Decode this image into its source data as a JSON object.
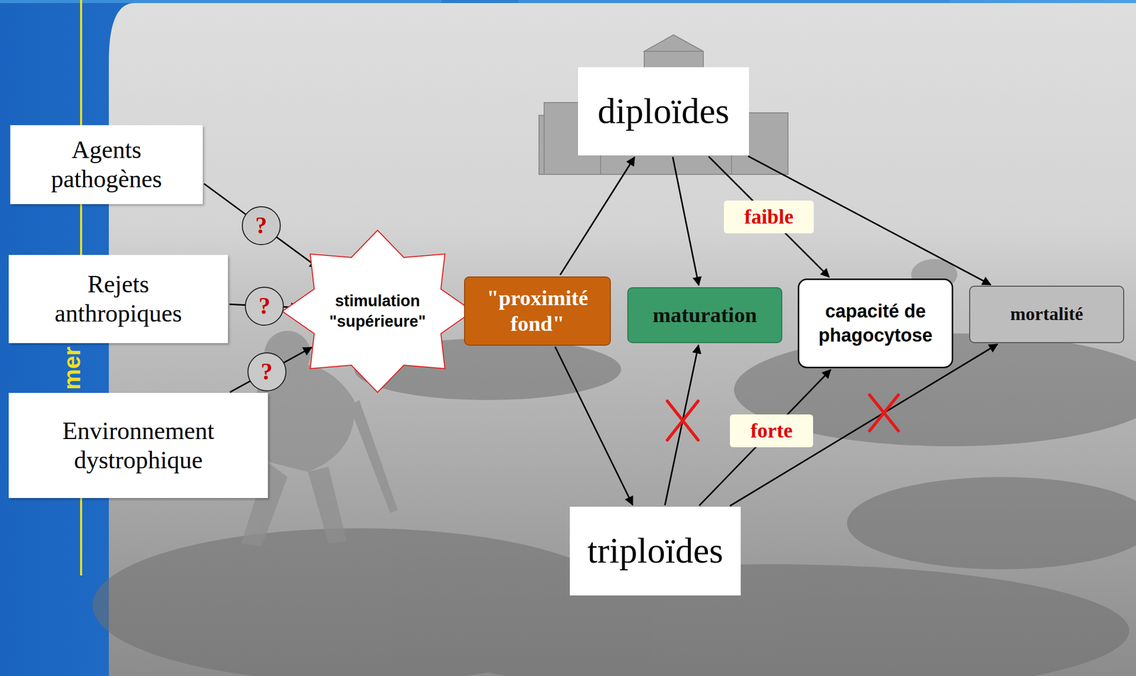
{
  "diagram": {
    "nodes": [
      {
        "text": [
          "Agents pathogènes"
        ]
      },
      {
        "text": [
          "Rejets anthropiques"
        ]
      },
      {
        "text": [
          "Environnement dystrophique"
        ]
      },
      {
        "text": [
          "stimulation \"supérieure\""
        ]
      },
      {
        "text": [
          "\"proximité fond\""
        ]
      },
      {
        "text": [
          "diploïdes"
        ]
      },
      {
        "text": [
          "maturation"
        ]
      },
      {
        "text": [
          "capacité de phagocytose"
        ]
      },
      {
        "text": [
          "mortalité"
        ]
      },
      {
        "text": [
          "triploïdes"
        ]
      }
    ],
    "edges": [
      {
        "from": 0,
        "to": 3,
        "label": "?",
        "arrow": "to"
      },
      {
        "from": 1,
        "to": 3,
        "label": "?",
        "arrow": "to"
      },
      {
        "from": 2,
        "to": 3,
        "label": "?",
        "arrow": "to"
      },
      {
        "from": 4,
        "to": 5,
        "arrow": "to"
      },
      {
        "from": 4,
        "to": 9,
        "arrow": "to"
      },
      {
        "from": 5,
        "to": 6,
        "arrow": "to"
      },
      {
        "from": 5,
        "to": 7,
        "label": "faible",
        "arrow": "to"
      },
      {
        "from": 5,
        "to": 8,
        "arrow": "to"
      },
      {
        "from": 9,
        "to": 6,
        "arrow": "to"
      },
      {
        "from": 9,
        "to": 7,
        "label": "forte",
        "arrow": "to"
      },
      {
        "from": 9,
        "to": 8,
        "arrow": "to"
      }
    ],
    "labels": [
      "mer"
    ]
  }
}
